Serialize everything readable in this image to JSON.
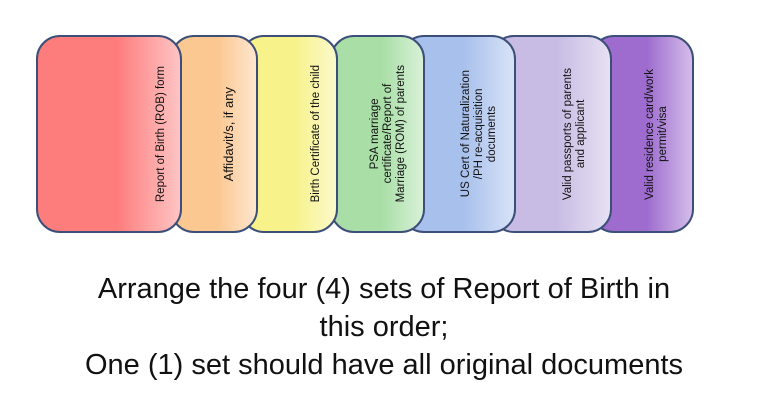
{
  "cards": [
    {
      "label": "Report of Birth (ROB) form",
      "color": "#fd7c7c"
    },
    {
      "label": "Affidavit/s, if any",
      "color": "#fcc892"
    },
    {
      "label": "Birth Certificate of the child",
      "color": "#f7f28a"
    },
    {
      "label": "PSA marriage\ncertificate/Report of\nMarriage (ROM) of parents",
      "color": "#a9dfa7"
    },
    {
      "label": "US Cert of Naturalization\n/PH re-acquisition\ndocuments",
      "color": "#a8c0ec"
    },
    {
      "label": "Valid passports of parents\nand applicant",
      "color": "#c8bce4"
    },
    {
      "label": "Valid residence card/work\npermit/visa",
      "color": "#9e6ccf"
    }
  ],
  "caption": {
    "line1": "Arrange the four (4) sets of Report of Birth in",
    "line2": "this order;",
    "line3": "One (1) set should have all original documents"
  }
}
